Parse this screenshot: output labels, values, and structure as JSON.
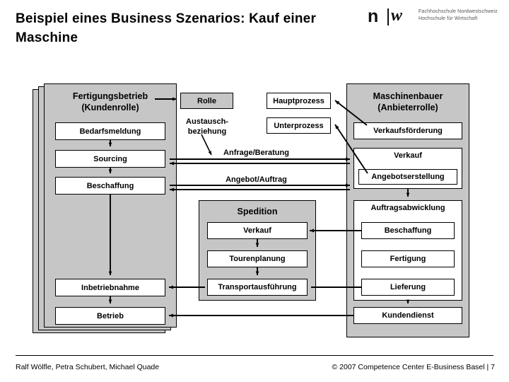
{
  "slide": {
    "title": "Beispiel eines Business Szenarios:\nKauf einer Maschine",
    "logo": {
      "mark_n": "n",
      "mark_w": "w",
      "text": "Fachhochschule Nordwestschweiz\nHochschule für Wirtschaft"
    },
    "footer": {
      "authors": "Ralf Wölfle, Petra Schubert, Michael Quade",
      "copyright": "© 2007 Competence Center E-Business Basel |  7"
    },
    "colors": {
      "role_fill": "#c6c6c6",
      "process_fill": "#ffffff",
      "line": "#000000",
      "background": "#ffffff"
    }
  },
  "legend": {
    "role": "Rolle",
    "exchange_relation": "Austausch-\nbeziehung",
    "main_process": "Hauptprozess",
    "sub_process": "Unterprozess"
  },
  "diagram": {
    "customer_panel": {
      "title": "Fertigungsbetrieb\n(Kundenrolle)",
      "steps": [
        "Bedarfsmeldung",
        "Sourcing",
        "Beschaffung",
        "Inbetriebnahme",
        "Betrieb"
      ]
    },
    "forwarder_panel": {
      "title": "Spedition",
      "steps": [
        "Verkauf",
        "Tourenplanung",
        "Transportausführung"
      ]
    },
    "supplier_panel": {
      "title": "Maschinenbauer\n(Anbieterrolle)",
      "steps": [
        "Verkaufsförderung",
        "Verkauf",
        "Angebotserstellung",
        "Auftragsabwicklung",
        "Beschaffung",
        "Fertigung",
        "Lieferung",
        "Kundendienst"
      ]
    },
    "exchanges": [
      "Anfrage/Beratung",
      "Angebot/Auftrag"
    ]
  }
}
